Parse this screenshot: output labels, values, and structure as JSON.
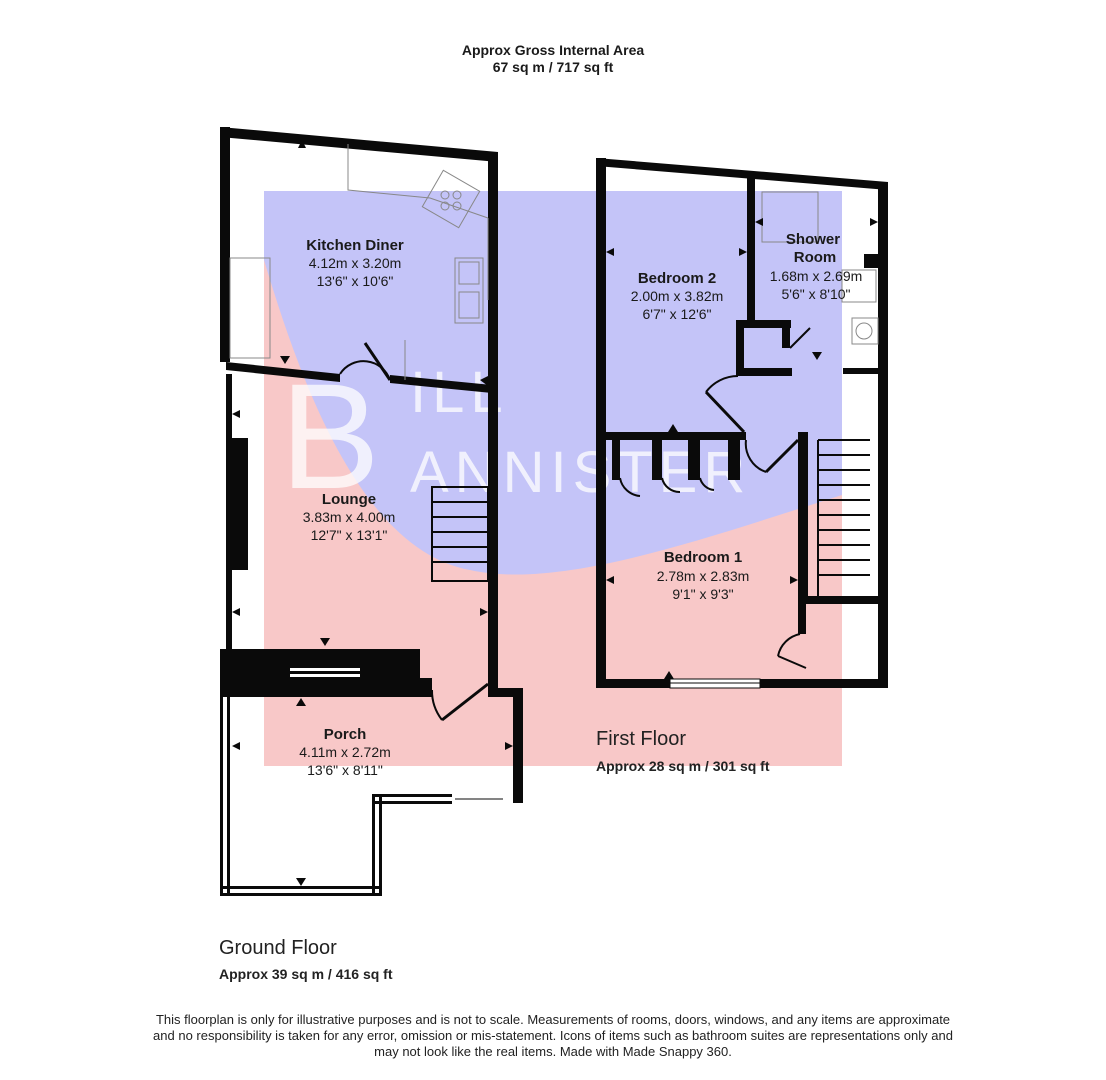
{
  "header": {
    "line1": "Approx Gross Internal Area",
    "line2": "67 sq m / 717 sq ft"
  },
  "watermark": {
    "line1": "BILL",
    "line2": "BANNISTER"
  },
  "rooms": {
    "kitchen": {
      "name": "Kitchen Diner",
      "metric": "4.12m x 3.20m",
      "imperial": "13'6\" x 10'6\""
    },
    "lounge": {
      "name": "Lounge",
      "metric": "3.83m x 4.00m",
      "imperial": "12'7\" x 13'1\""
    },
    "porch": {
      "name": "Porch",
      "metric": "4.11m x 2.72m",
      "imperial": "13'6\" x 8'11\""
    },
    "bedroom2": {
      "name": "Bedroom 2",
      "metric": "2.00m x 3.82m",
      "imperial": "6'7\" x 12'6\""
    },
    "shower": {
      "name_line1": "Shower",
      "name_line2": "Room",
      "metric": "1.68m x 2.69m",
      "imperial": "5'6\" x 8'10\""
    },
    "bedroom1": {
      "name": "Bedroom 1",
      "metric": "2.78m x 2.83m",
      "imperial": "9'1\" x 9'3\""
    }
  },
  "floors": {
    "ground": {
      "label": "Ground Floor",
      "area": "Approx 39 sq m / 416 sq ft"
    },
    "first": {
      "label": "First Floor",
      "area": "Approx 28 sq m / 301 sq ft"
    }
  },
  "disclaimer": {
    "line1": "This floorplan is only for illustrative purposes and is not to scale. Measurements of rooms, doors, windows, and any items are approximate",
    "line2": "and no responsibility is taken for any error, omission or mis-statement. Icons of items such as bathroom suites are representations only and",
    "line3": "may not look like the real items. Made with Made Snappy 360."
  },
  "colors": {
    "wall": "#0a0a0a",
    "overlay_blue": "#c4c4f8",
    "overlay_pink": "#f8c8c8",
    "watermark_text": "#ffffff"
  }
}
